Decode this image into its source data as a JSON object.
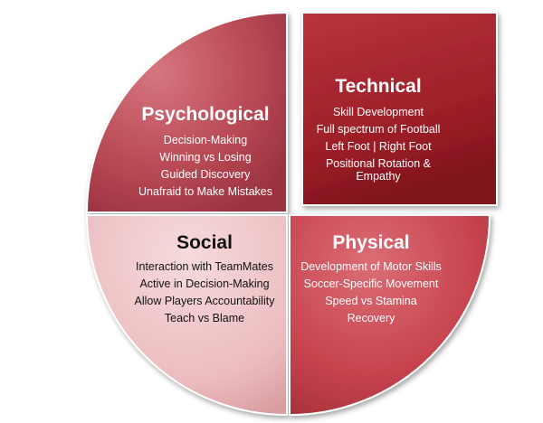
{
  "quadrants": {
    "psychological": {
      "title": "Psychological",
      "items": [
        "Decision-Making",
        "Winning vs Losing",
        "Guided Discovery",
        "Unafraid to Make Mistakes"
      ]
    },
    "technical": {
      "title": "Technical",
      "items": [
        "Skill Development",
        "Full spectrum of Football",
        "Left Foot | Right Foot",
        "Positional Rotation &",
        "Empathy"
      ]
    },
    "social": {
      "title": "Social",
      "items": [
        "Interaction with TeamMates",
        "Active in Decision-Making",
        "Allow Players Accountability",
        "Teach vs Blame"
      ]
    },
    "physical": {
      "title": "Physical",
      "items": [
        "Development of Motor Skills",
        "Soccer-Specific Movement",
        "Speed vs Stamina",
        "Recovery"
      ]
    }
  },
  "colors": {
    "psychological": "#b94a55",
    "technical": "#a3222b",
    "social": "#efc4c6",
    "physical": "#c7434e",
    "text_light": "#ffffff",
    "text_dark": "#111111"
  }
}
